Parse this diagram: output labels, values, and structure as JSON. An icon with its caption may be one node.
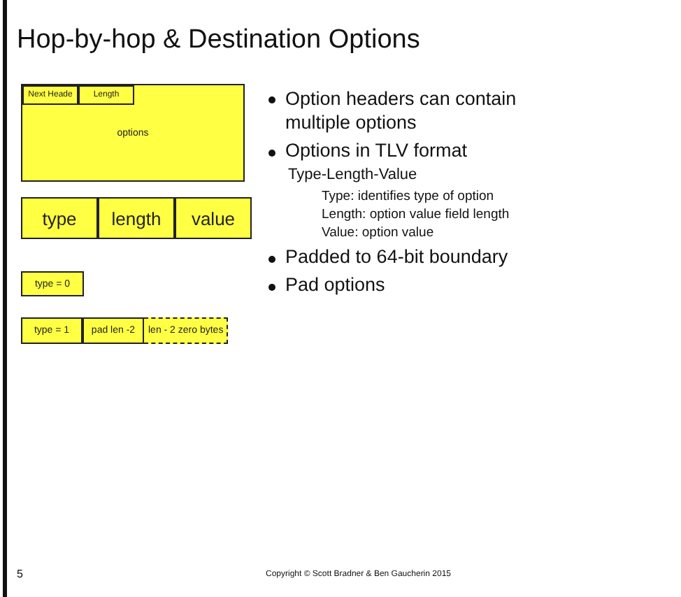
{
  "diagram": {
    "title": "Hop-by-hop & Destination Options",
    "nodes": [
      {
        "text": [
          "options"
        ]
      },
      {
        "text": [
          "Next Heade"
        ],
        "in": 0
      },
      {
        "text": [
          "Length"
        ],
        "in": 0
      },
      {
        "text": [
          "type"
        ]
      },
      {
        "text": [
          "length"
        ]
      },
      {
        "text": [
          "value"
        ]
      },
      {
        "text": [
          "type = 0"
        ]
      },
      {
        "text": [
          "type = 1"
        ]
      },
      {
        "text": [
          "pad len -2"
        ]
      },
      {
        "text": [
          "len - 2 zero bytes"
        ]
      }
    ],
    "edges": [],
    "labels": [
      "Option headers can contain multiple options",
      "Options in TLV format",
      "Type-Length-Value",
      "Type: identifies type of option",
      "Length: option value field length",
      "Value: option value",
      "Padded to 64-bit boundary",
      "Pad options",
      "5",
      "Copyright © Scott Bradner & Ben Gaucherin 2015"
    ]
  }
}
